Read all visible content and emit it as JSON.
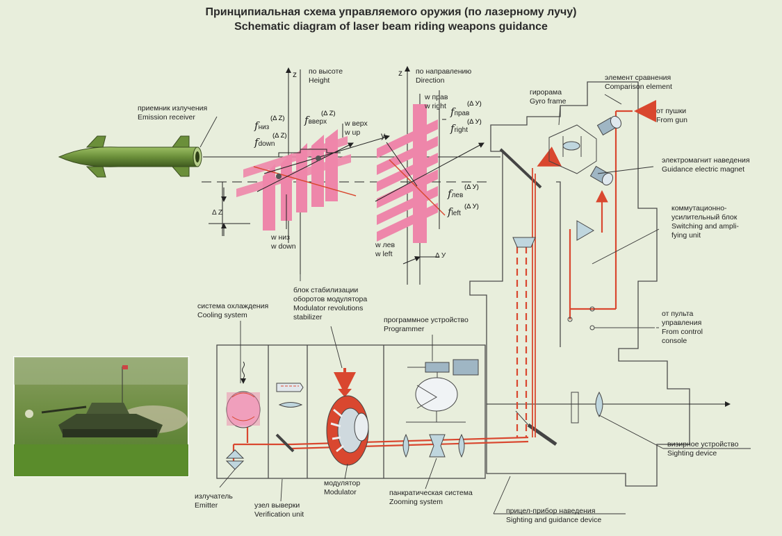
{
  "title": {
    "ru": "Принципиальная схема управляемого оружия (по лазерному лучу)",
    "en": "Schematic diagram of laser beam riding weapons guidance"
  },
  "labels": {
    "emission_receiver": {
      "ru": "приемник излучения",
      "en": "Emission receiver"
    },
    "height": {
      "ru": "по высоте",
      "en": "Height"
    },
    "direction": {
      "ru": "по направлению",
      "en": "Direction"
    },
    "gyro_frame": {
      "ru": "гирорама",
      "en": "Gyro frame"
    },
    "comparison": {
      "ru": "элемент сравнения",
      "en": "Comparison element"
    },
    "from_gun": {
      "ru": "от пушки",
      "en": "From gun"
    },
    "guidance_magnet": {
      "ru": "электромагнит наведения",
      "en": "Guidance electric magnet"
    },
    "switching": {
      "ru1": "коммутационно-",
      "ru2": "усилительный блок",
      "en1": "Switching and ampli-",
      "en2": "fying unit"
    },
    "control_console": {
      "ru1": "от пульта",
      "ru2": "управления",
      "en1": "From control",
      "en2": "console"
    },
    "cooling": {
      "ru": "система охлаждения",
      "en": "Cooling system"
    },
    "stabilizer": {
      "ru1": "блок стабилизации",
      "ru2": "оборотов модулятора",
      "en1": "Modulator  revolutions",
      "en2": "stabilizer"
    },
    "programmer": {
      "ru": "программное устройство",
      "en": "Programmer"
    },
    "sighting": {
      "ru": "визирное устройство",
      "en": "Sighting device"
    },
    "emitter": {
      "ru": "излучатель",
      "en": "Emitter"
    },
    "verification": {
      "ru": "узел выверки",
      "en": "Verification unit"
    },
    "modulator": {
      "ru": "модулятор",
      "en": "Modulator"
    },
    "zooming": {
      "ru": "панкратическая система",
      "en": "Zooming system"
    },
    "sighting_guidance": {
      "ru": "прицел-прибор наведения",
      "en": "Sighting and guidance device"
    }
  },
  "axes": {
    "z": "z",
    "y": "y",
    "dz": "Δ Z",
    "dy": "Δ У",
    "w_down": {
      "ru": "w низ",
      "en": "w down"
    },
    "w_up": {
      "ru": "w верх",
      "en": "w up"
    },
    "w_left": {
      "ru": "w лев",
      "en": "w left"
    },
    "w_right": {
      "ru": "w прав",
      "en": "w right"
    }
  },
  "formulas": {
    "f": "f",
    "down_ru": "низ",
    "down_en": "down",
    "up_ru": "вверх",
    "right_ru": "прав",
    "right_en": "right",
    "left_ru": "лев",
    "left_en": "left",
    "dz": "(Δ Z)",
    "dy": "(Δ У)"
  },
  "colors": {
    "background": "#e8eedc",
    "beam": "#d9472f",
    "raster": "#ee86aa",
    "outline": "#4a4a4a",
    "missile": "#6b8f3a"
  },
  "photo": {
    "description_icon": "tank-photo"
  }
}
